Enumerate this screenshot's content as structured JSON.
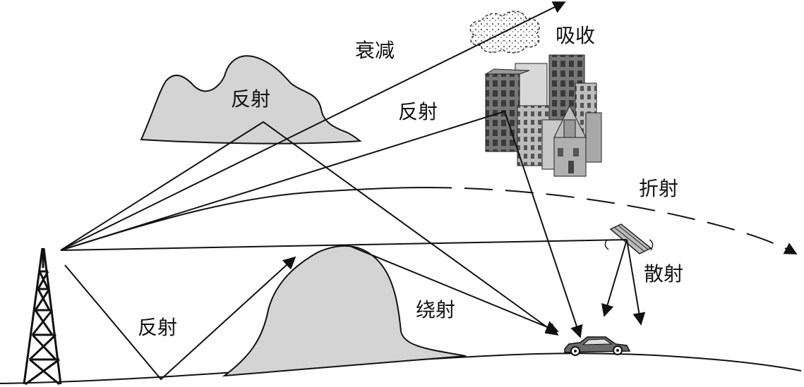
{
  "labels": {
    "attenuation": "衰减",
    "absorption": "吸收",
    "reflection_cloud": "反射",
    "reflection_building": "反射",
    "refraction": "折射",
    "scattering": "散射",
    "diffraction": "绕射",
    "reflection_ground": "反射"
  },
  "colors": {
    "line": "#111111",
    "fill": "#d4d4d4",
    "building_dark": "#6e6e6e",
    "building_light": "#b8b8b8"
  }
}
